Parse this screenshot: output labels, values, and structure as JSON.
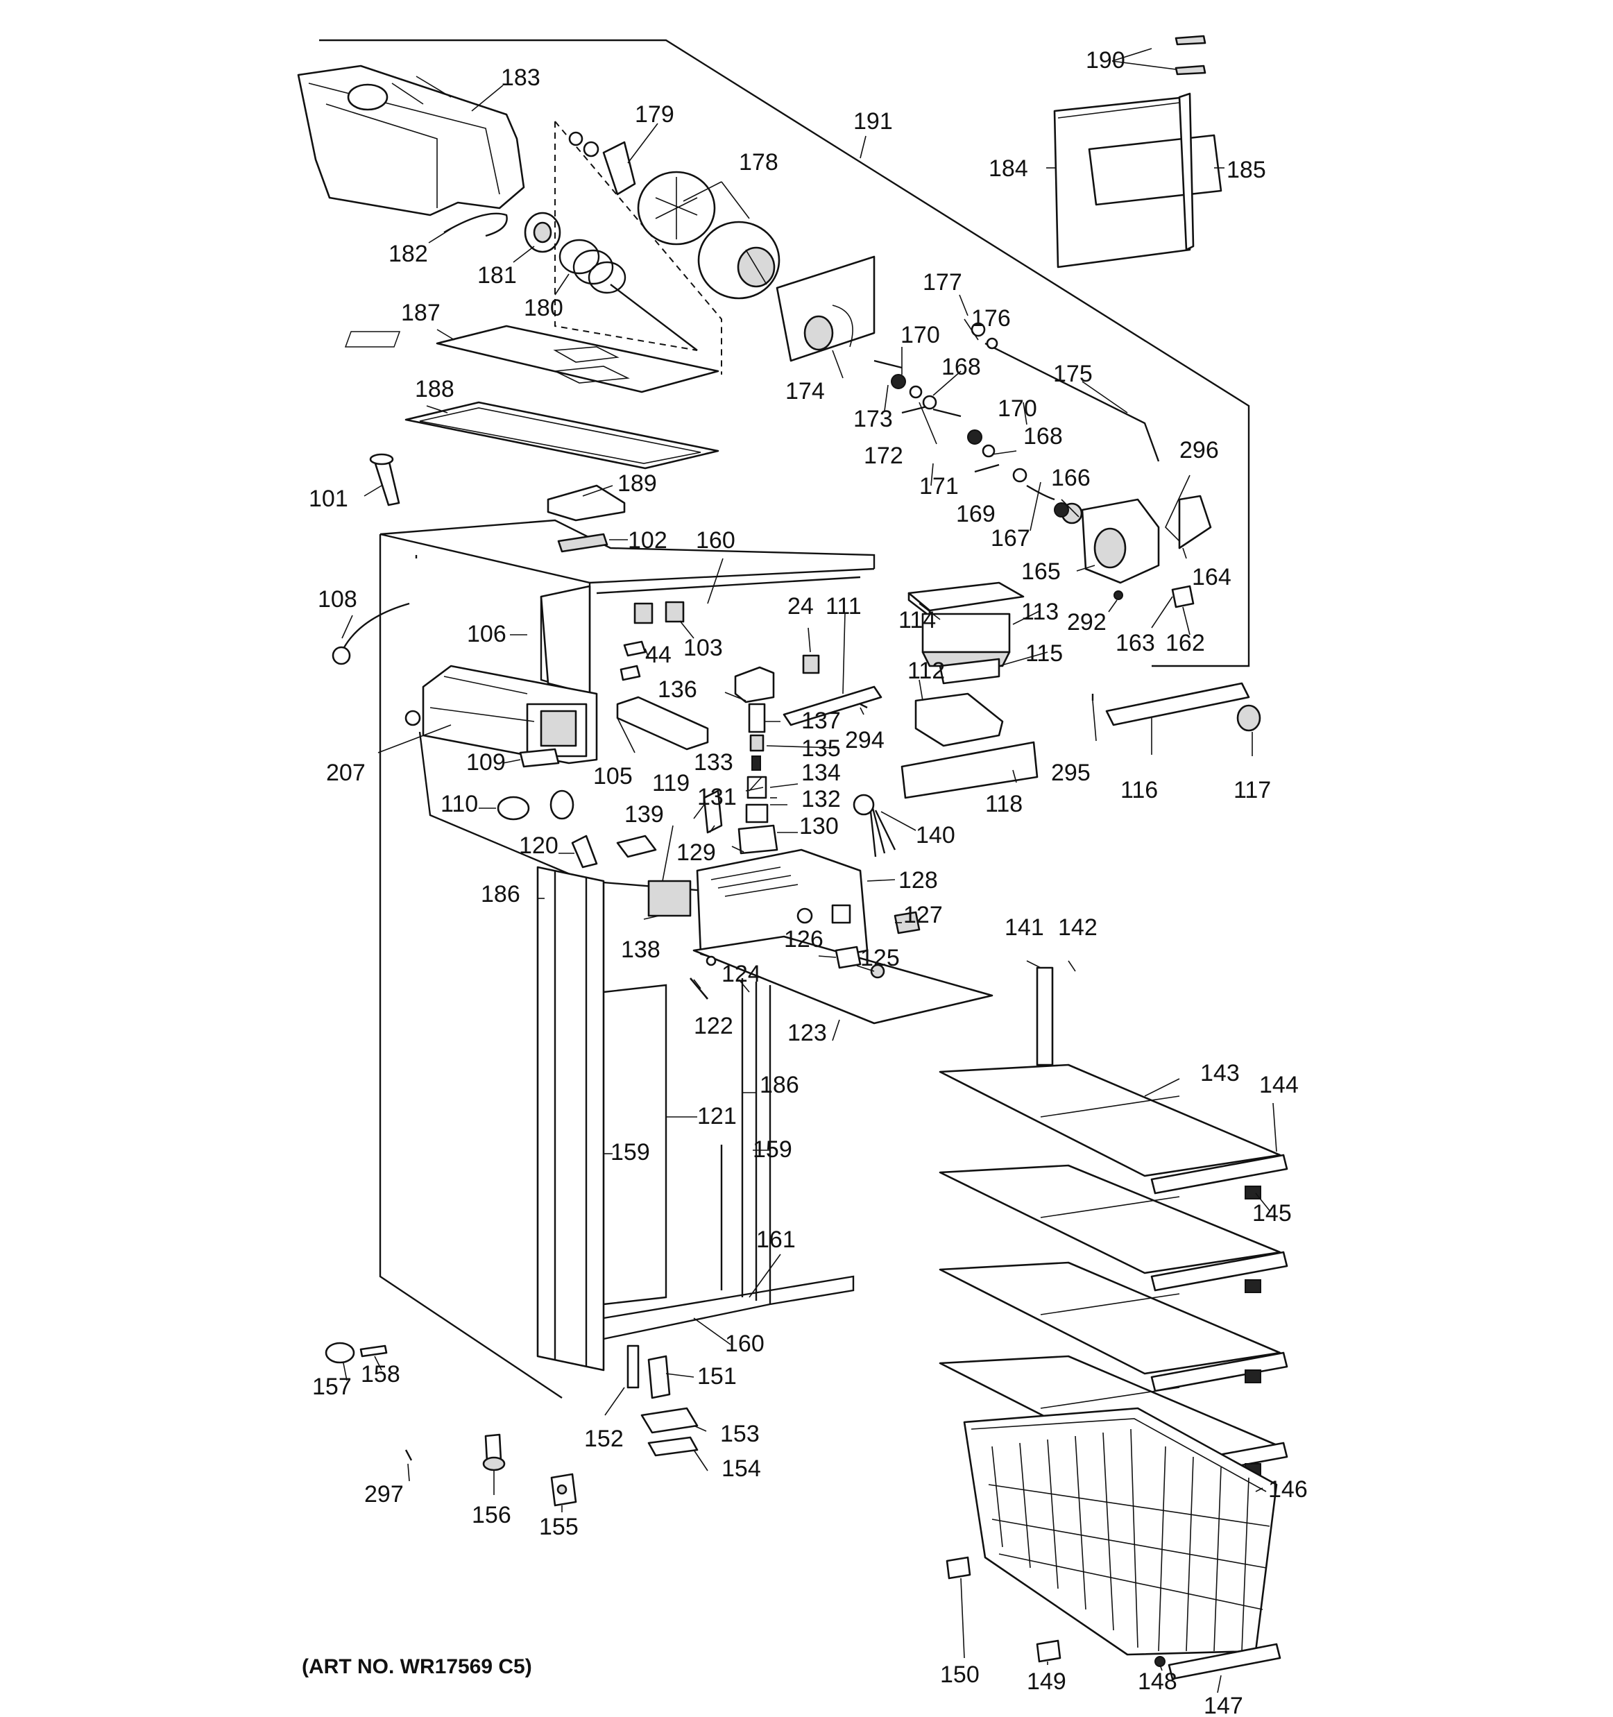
{
  "diagram": {
    "art_number": "(ART NO. WR17569 C5)",
    "callouts": [
      "101",
      "102",
      "103",
      "105",
      "106",
      "108",
      "109",
      "110",
      "111",
      "112",
      "113",
      "114",
      "115",
      "116",
      "117",
      "118",
      "119",
      "120",
      "121",
      "122",
      "123",
      "124",
      "125",
      "126",
      "127",
      "128",
      "129",
      "130",
      "131",
      "132",
      "133",
      "134",
      "135",
      "136",
      "137",
      "138",
      "139",
      "140",
      "141",
      "142",
      "143",
      "144",
      "145",
      "146",
      "147",
      "148",
      "149",
      "150",
      "151",
      "152",
      "153",
      "154",
      "155",
      "156",
      "157",
      "158",
      "159",
      "159",
      "160",
      "160",
      "161",
      "162",
      "163",
      "164",
      "165",
      "166",
      "167",
      "168",
      "168",
      "169",
      "170",
      "170",
      "171",
      "172",
      "173",
      "174",
      "175",
      "176",
      "177",
      "178",
      "179",
      "180",
      "181",
      "182",
      "183",
      "184",
      "185",
      "186",
      "186",
      "187",
      "188",
      "189",
      "190",
      "191",
      "207",
      "24",
      "292",
      "294",
      "295",
      "296",
      "297",
      "44"
    ]
  }
}
